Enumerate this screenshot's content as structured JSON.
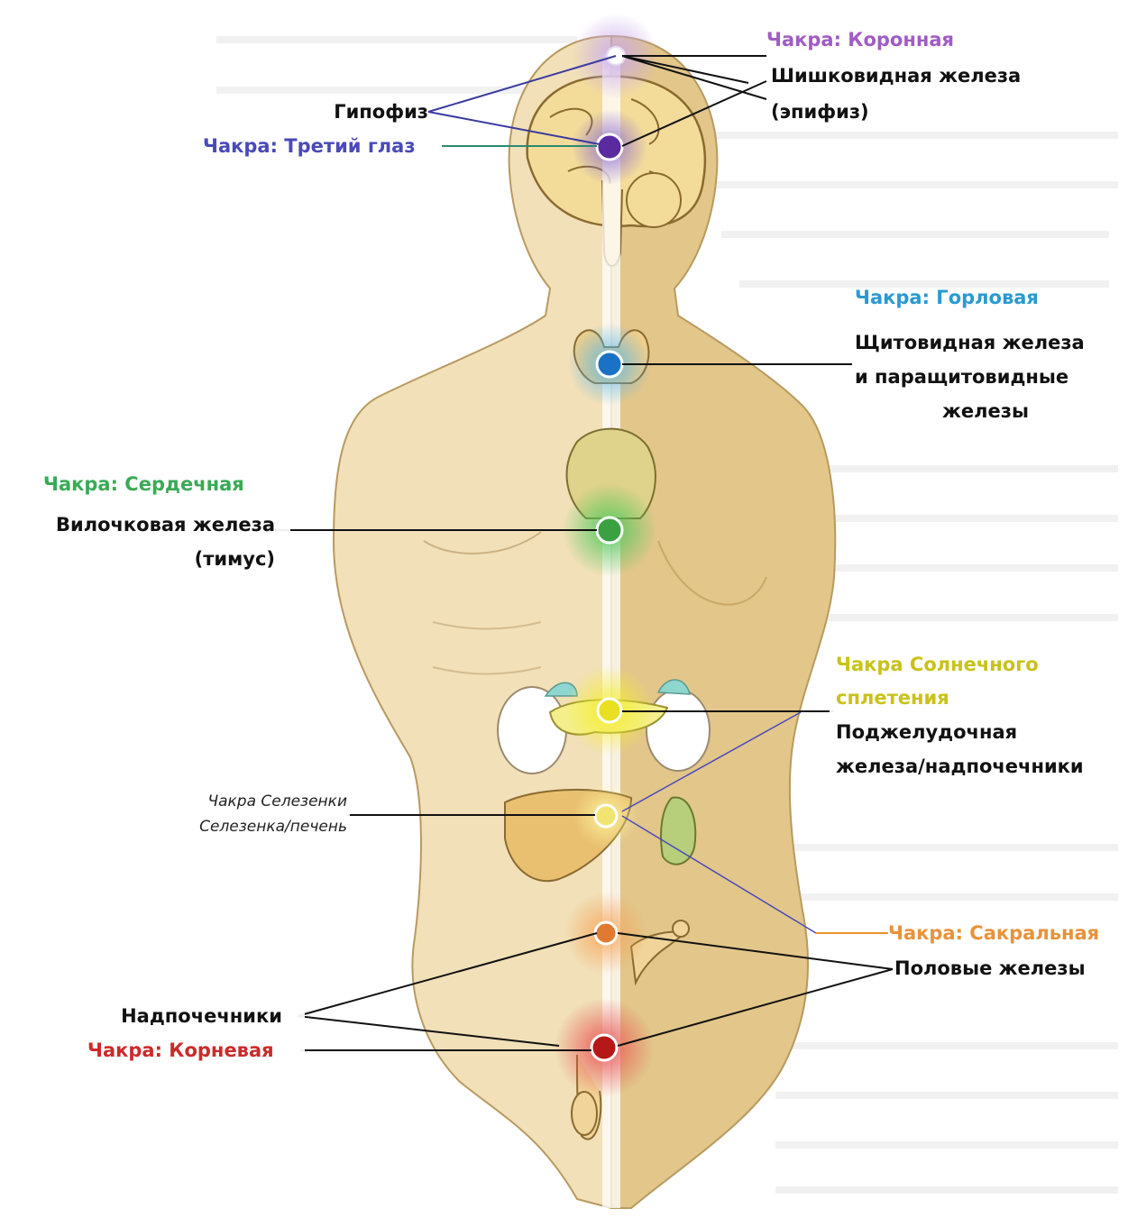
{
  "colors": {
    "crown": "#a05cc4",
    "third_eye": "#4a4ab8",
    "throat": "#2a9ad0",
    "heart": "#3aaa55",
    "solar": "#c9c21a",
    "sacral": "#e8923a",
    "root": "#cc2a2a",
    "ink": "#111111",
    "skin_light": "#f1e0b8",
    "skin_dark": "#e2c68a"
  },
  "labels": {
    "crown_chakra": "Чакра: Коронная",
    "pineal_line1": "Шишковидная железа",
    "pineal_line2": "(эпифиз)",
    "pituitary": "Гипофиз",
    "third_eye_chakra": "Чакра: Третий глаз",
    "throat_chakra": "Чакра: Горловая",
    "thyroid_line1": "Щитовидная железа",
    "thyroid_line2": "и паращитовидные",
    "thyroid_line3": "железы",
    "heart_chakra": "Чакра: Сердечная",
    "thymus_line1": "Вилочковая железа",
    "thymus_line2": "(тимус)",
    "solar_chakra_line1": "Чакра Солнечного",
    "solar_chakra_line2": "сплетения",
    "pancreas_line1": "Поджелудочная",
    "pancreas_line2": "железа/надпочечники",
    "spleen_chakra": "Чакра Селезенки",
    "spleen_liver": "Селезенка/печень",
    "sacral_chakra": "Чакра: Сакральная",
    "gonads": "Половые железы",
    "adrenals": "Надпочечники",
    "root_chakra": "Чакра: Корневая"
  }
}
